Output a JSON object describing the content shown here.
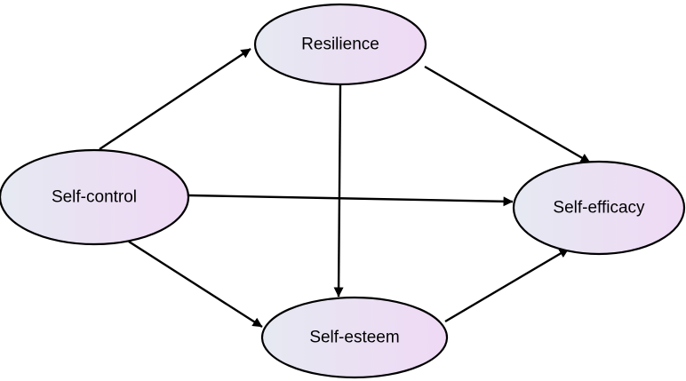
{
  "diagram": {
    "nodes": {
      "resilience": {
        "label": "Resilience"
      },
      "self_control": {
        "label": "Self-control"
      },
      "self_efficacy": {
        "label": "Self-efficacy"
      },
      "self_esteem": {
        "label": "Self-esteem"
      }
    },
    "edges": [
      {
        "from": "self_control",
        "to": "resilience"
      },
      {
        "from": "self_control",
        "to": "self_efficacy"
      },
      {
        "from": "self_control",
        "to": "self_esteem"
      },
      {
        "from": "resilience",
        "to": "self_efficacy"
      },
      {
        "from": "resilience",
        "to": "self_esteem"
      },
      {
        "from": "self_esteem",
        "to": "self_efficacy"
      }
    ],
    "colors": {
      "node_fill_start": "#e6e9f2",
      "node_fill_end": "#efd9f4",
      "stroke": "#000000",
      "background": "#ffffff"
    }
  }
}
